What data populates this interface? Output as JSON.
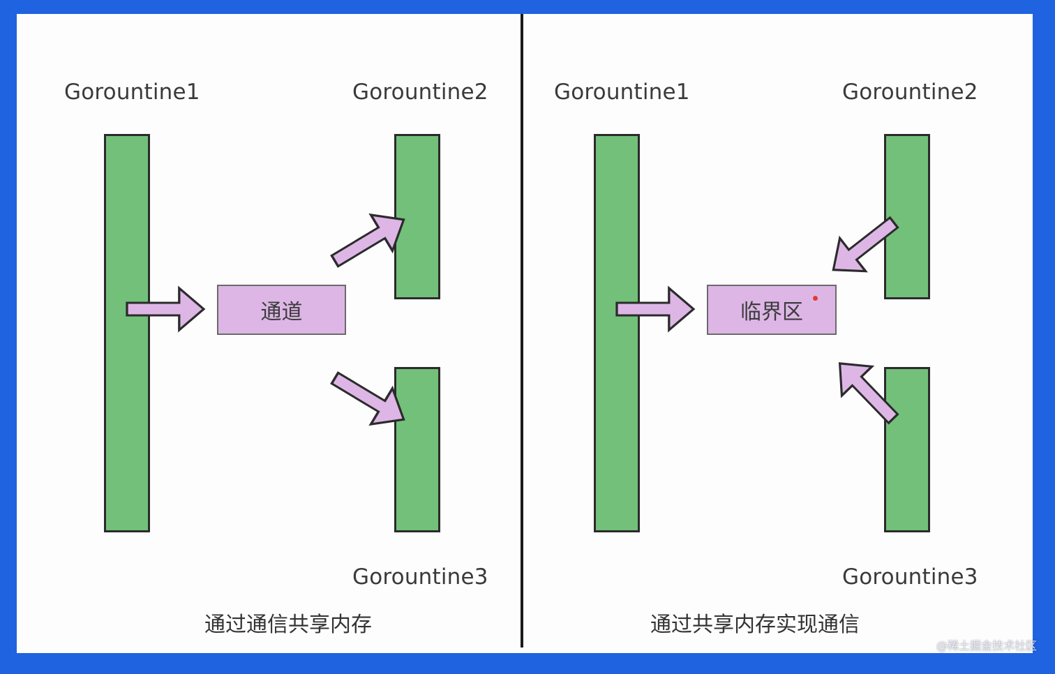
{
  "left_panel": {
    "goroutine1": "Gorountine1",
    "goroutine2": "Gorountine2",
    "goroutine3": "Gorountine3",
    "center_box": "通道",
    "caption": "通过通信共享内存"
  },
  "right_panel": {
    "goroutine1": "Gorountine1",
    "goroutine2": "Gorountine2",
    "goroutine3": "Gorountine3",
    "center_box": "临界区",
    "caption": "通过共享内存实现通信"
  },
  "watermark": "@稀土掘金技术社区",
  "colors": {
    "frame_border": "#1f63e0",
    "bar_fill": "#73c07a",
    "box_fill": "#ddb6e6",
    "arrow_fill": "#ddb6e6"
  }
}
